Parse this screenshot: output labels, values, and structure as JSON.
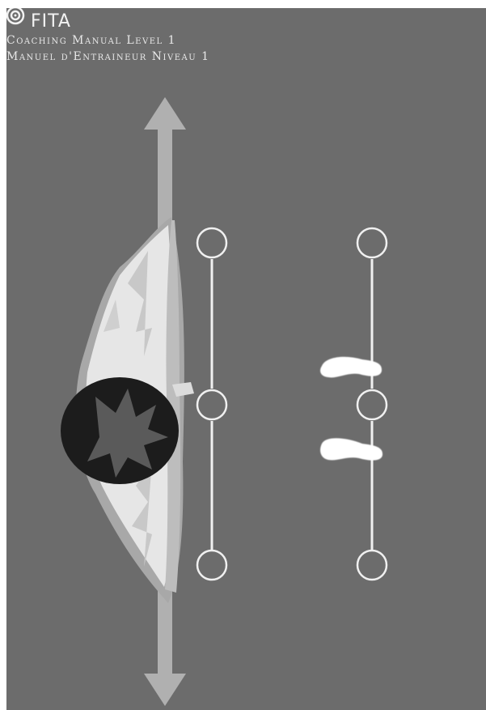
{
  "header": {
    "brand": "FITA",
    "subtitle_line1": "Coaching Manual Level 1",
    "subtitle_line2": "Manuel d'Entraineur Niveau 1"
  },
  "colors": {
    "background": "#6c6c6c",
    "arrow": "#b0b0b0",
    "line": "#f0f0f0",
    "foot": "#ffffff"
  },
  "icons": [
    "fita-target-logo-icon",
    "archer-top-view-icon",
    "arrow-up-icon",
    "arrow-down-icon",
    "footprint-icon"
  ]
}
